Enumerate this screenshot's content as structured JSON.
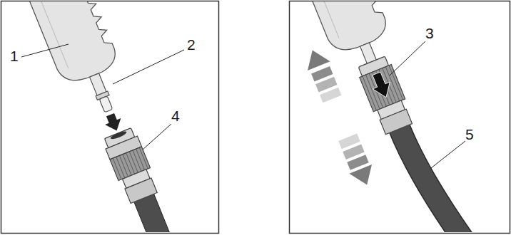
{
  "diagram": {
    "labels": [
      "1",
      "2",
      "4",
      "3",
      "5"
    ]
  }
}
